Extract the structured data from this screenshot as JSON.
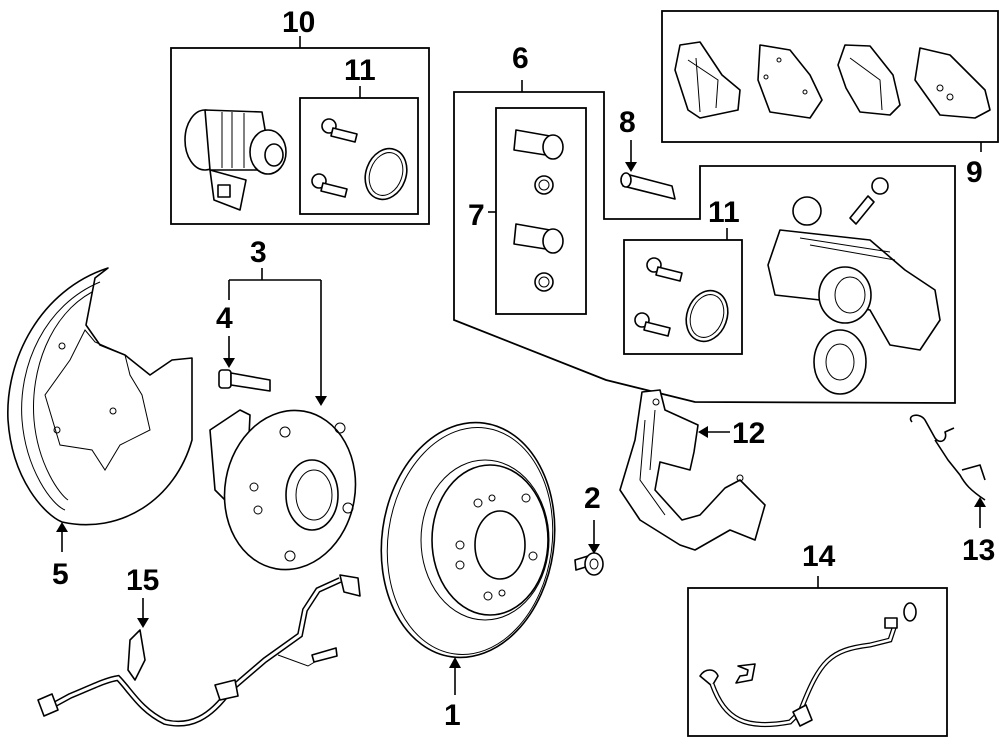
{
  "title": "Rear Brake Components Exploded Parts Diagram",
  "callouts": {
    "c1": "1",
    "c2": "2",
    "c3": "3",
    "c4": "4",
    "c5": "5",
    "c6": "6",
    "c7": "7",
    "c8": "8",
    "c9": "9",
    "c10": "10",
    "c11a": "11",
    "c11b": "11",
    "c12": "12",
    "c13": "13",
    "c14": "14",
    "c15": "15"
  },
  "parts": [
    {
      "ref": "1",
      "name": "rotor"
    },
    {
      "ref": "2",
      "name": "rotor-screw"
    },
    {
      "ref": "3",
      "name": "hub-and-bearing-assembly"
    },
    {
      "ref": "4",
      "name": "wheel-stud"
    },
    {
      "ref": "5",
      "name": "backing-plate-splash-shield"
    },
    {
      "ref": "6",
      "name": "caliper-pin-kit"
    },
    {
      "ref": "7",
      "name": "guide-pin-boot-set"
    },
    {
      "ref": "8",
      "name": "guide-pin"
    },
    {
      "ref": "9",
      "name": "brake-pads"
    },
    {
      "ref": "10",
      "name": "caliper-piston-assembly"
    },
    {
      "ref": "11",
      "name": "caliper-seal-kit"
    },
    {
      "ref": "12",
      "name": "caliper-support-bracket"
    },
    {
      "ref": "13",
      "name": "pad-wear-spring-clip"
    },
    {
      "ref": "14",
      "name": "brake-hose"
    },
    {
      "ref": "15",
      "name": "abs-wheel-speed-sensor"
    }
  ]
}
